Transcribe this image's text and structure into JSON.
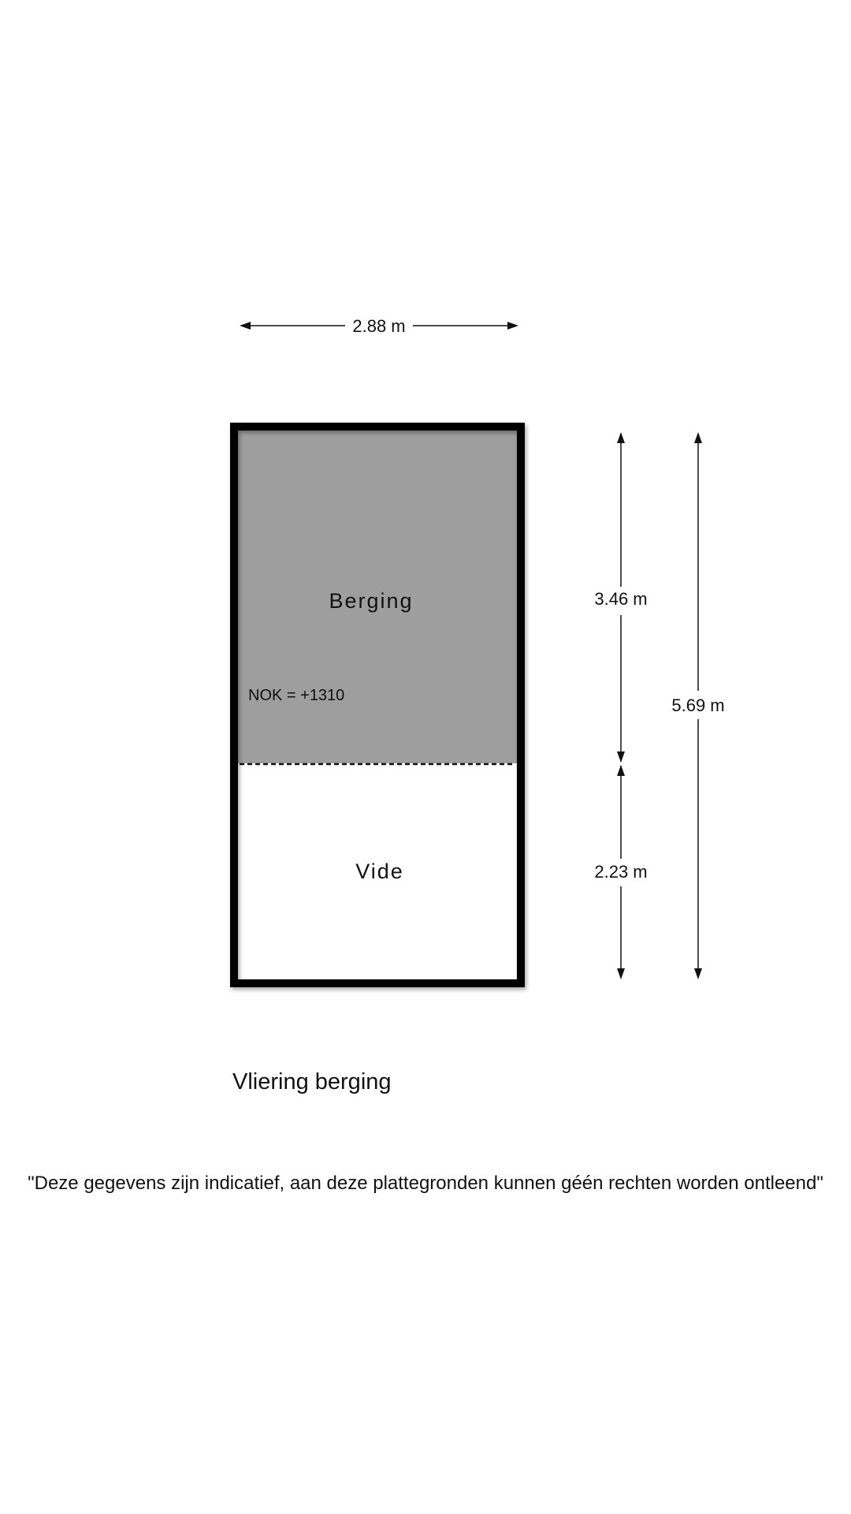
{
  "colors": {
    "wall": "#000000",
    "storage_fill": "#9e9e9e",
    "void_fill": "#ffffff",
    "text": "#111111"
  },
  "dimensions": {
    "width": "2.88 m",
    "berging_depth": "3.46 m",
    "vide_depth": "2.23 m",
    "total_depth": "5.69 m"
  },
  "rooms": {
    "berging": "Berging",
    "vide": "Vide"
  },
  "annotations": {
    "nok": "NOK = +1310"
  },
  "caption": "Vliering berging",
  "disclaimer": "\"Deze gegevens zijn indicatief, aan deze plattegronden kunnen géén rechten worden ontleend\""
}
